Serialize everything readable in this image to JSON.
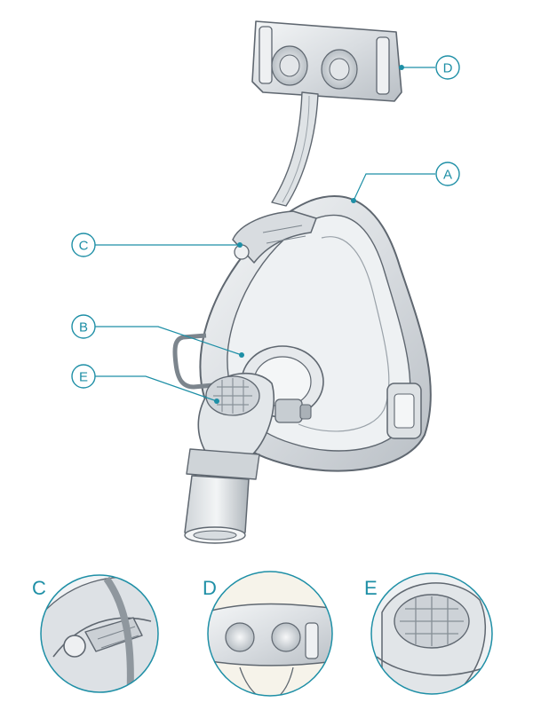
{
  "callouts": {
    "a": "A",
    "b": "B",
    "c": "C",
    "d": "D",
    "e": "E"
  },
  "details": {
    "c": "C",
    "d": "D",
    "e": "E"
  },
  "colors": {
    "accent": "#1e8fa6",
    "plastic_outline": "#5f6770",
    "plastic_fill": "#e9ecef",
    "plastic_shade": "#c9ced3"
  }
}
